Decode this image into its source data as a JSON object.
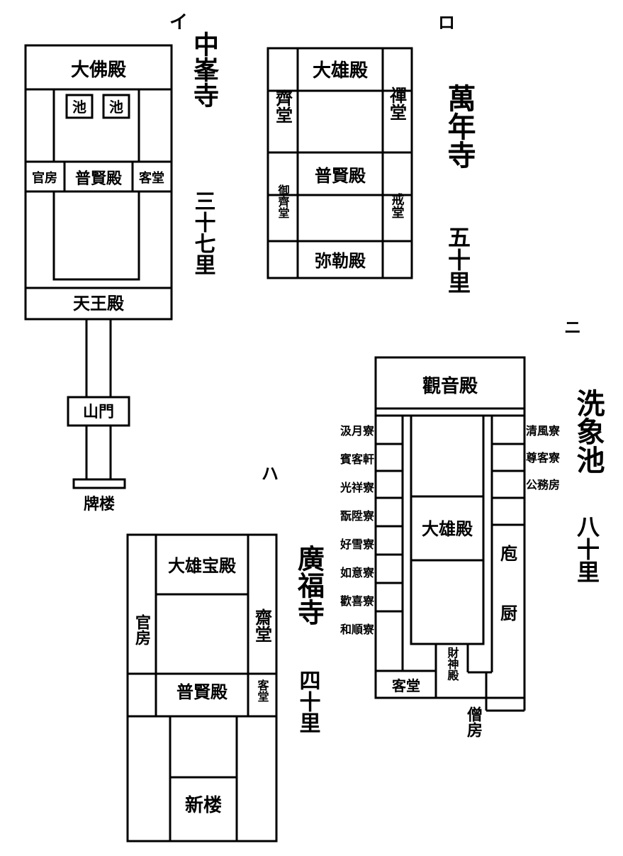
{
  "diagram_a": {
    "marker": "イ",
    "title": "中峯寺",
    "distance": "三十七里",
    "daibutsuden": "大佛殿",
    "pond1": "池",
    "pond2": "池",
    "kanbo": "官房",
    "fugenden": "普賢殿",
    "kyakudo": "客堂",
    "tennoden": "天王殿",
    "sanmon": "山門",
    "hairo": "牌楼"
  },
  "diagram_b": {
    "marker": "ロ",
    "title": "萬年寺",
    "distance": "五十里",
    "daiyuden": "大雄殿",
    "saido": "齊堂",
    "zendo": "禪堂",
    "fugenden": "普賢殿",
    "left_small": "御齊堂",
    "kaido": "戒堂",
    "mirokuden": "弥勒殿"
  },
  "diagram_c": {
    "marker": "ニ",
    "title": "洗象池",
    "distance": "八十里",
    "kannonden": "觀音殿",
    "daiyuden": "大雄殿",
    "left_rooms": [
      "汲月寮",
      "賓客軒",
      "光祥寮",
      "翫陞寮",
      "好雪寮",
      "如意寮",
      "歡喜寮",
      "和順寮"
    ],
    "right_rooms": [
      "清風寮",
      "尊客寮",
      "公務房"
    ],
    "kuri": "庖厨",
    "kyakudo": "客堂",
    "shrine": "財神殿",
    "sobo": "僧房"
  },
  "diagram_d": {
    "marker": "ハ",
    "title": "廣福寺",
    "distance": "四十里",
    "daiyuden": "大雄宝殿",
    "kanbo": "官房",
    "saido": "齋堂",
    "fugenden": "普賢殿",
    "kyakudo": "客堂",
    "shinro": "新楼"
  }
}
